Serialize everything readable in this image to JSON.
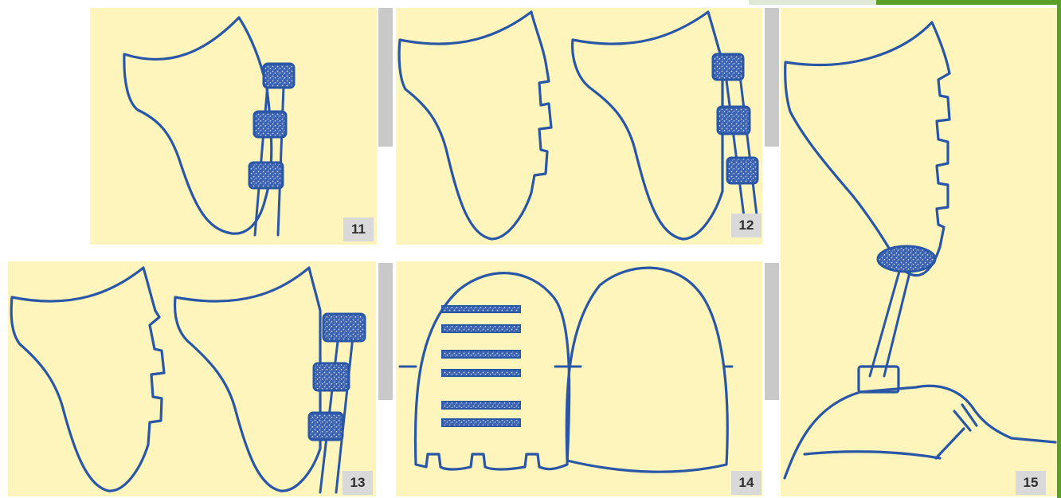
{
  "panels": [
    {
      "id": "p11",
      "label": "11"
    },
    {
      "id": "p12",
      "label": "12"
    },
    {
      "id": "p13",
      "label": "13"
    },
    {
      "id": "p14",
      "label": "14"
    },
    {
      "id": "p15",
      "label": "15"
    }
  ],
  "colors": {
    "panel_bg": "#fdf5bc",
    "line": "#2a56a6",
    "label_bg": "#d9d9d9",
    "divider": "#c9c9c9",
    "accent_green": "#5aa028"
  }
}
